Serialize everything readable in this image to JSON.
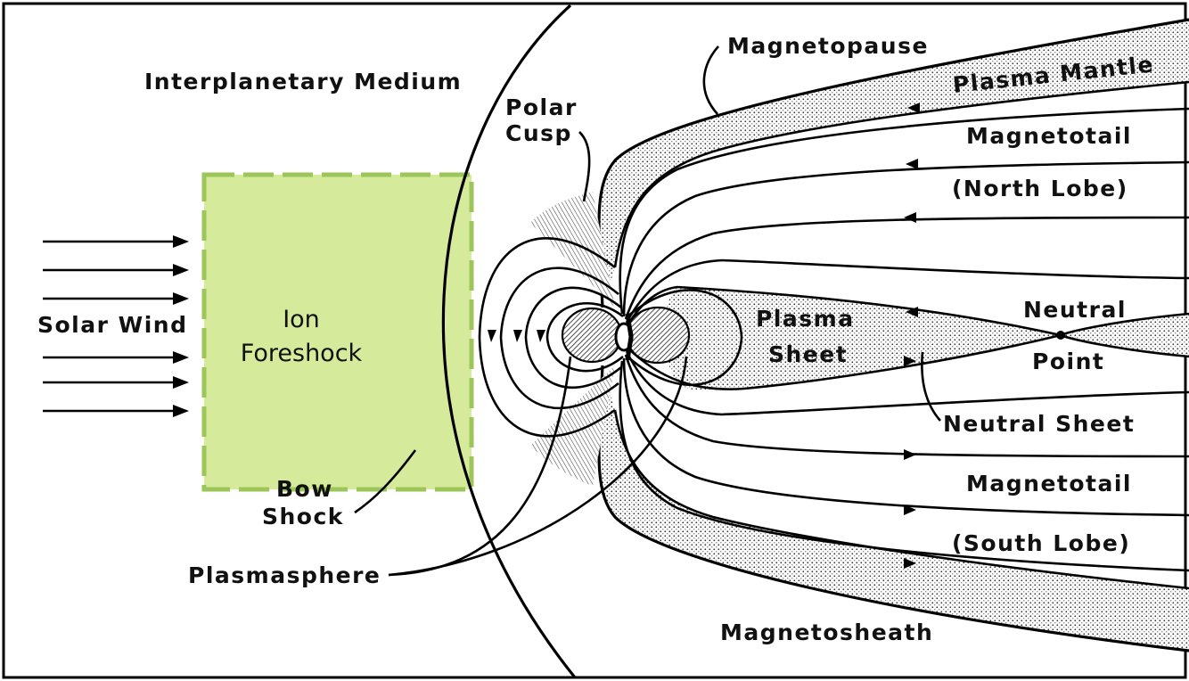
{
  "labels": {
    "interplanetary_medium": "Interplanetary Medium",
    "solar_wind": "Solar Wind",
    "ion_foreshock_1": "Ion",
    "ion_foreshock_2": "Foreshock",
    "bow_shock_1": "Bow",
    "bow_shock_2": "Shock",
    "plasmasphere": "Plasmasphere",
    "polar_cusp_1": "Polar",
    "polar_cusp_2": "Cusp",
    "magnetopause": "Magnetopause",
    "plasma_mantle": "Plasma Mantle",
    "magnetotail_north": "Magnetotail",
    "north_lobe": "(North Lobe)",
    "plasma_sheet_1": "Plasma",
    "plasma_sheet_2": "Sheet",
    "neutral_point_1": "Neutral",
    "neutral_point_2": "Point",
    "neutral_sheet": "Neutral Sheet",
    "magnetotail_south": "Magnetotail",
    "south_lobe": "(South Lobe)",
    "magnetosheath": "Magnetosheath"
  },
  "colors": {
    "foreshock_fill": "#d5eb9b",
    "foreshock_border": "#9cc55a",
    "line": "#000000"
  }
}
